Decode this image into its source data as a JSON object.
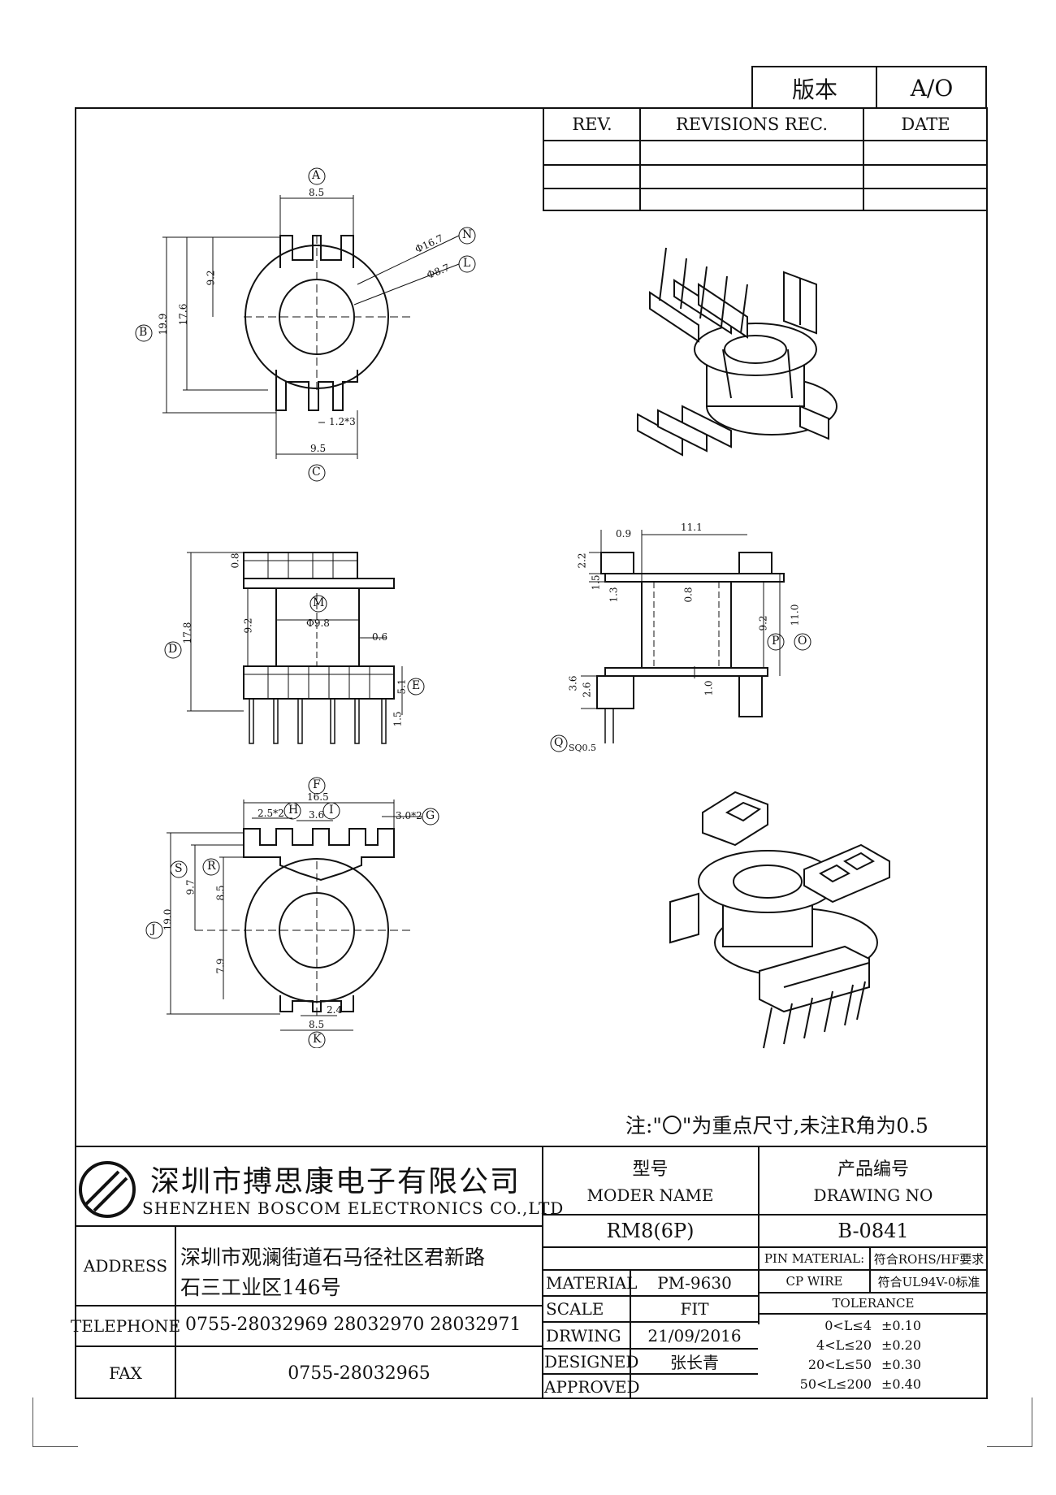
{
  "version_box": {
    "label": "版本",
    "value": "A/O"
  },
  "revisions": {
    "headers": [
      "REV.",
      "REVISIONS REC.",
      "DATE"
    ]
  },
  "dims_top": {
    "A": "A",
    "B": "B",
    "C": "C",
    "N": "N",
    "L": "L",
    "d85": "8.5",
    "d92": "9.2",
    "d176": "17.6",
    "d199": "19.9",
    "phi167": "Φ16.7",
    "phi87": "Φ8.7",
    "d12x3": "1.2*3",
    "d95": "9.5"
  },
  "dims_front": {
    "D": "D",
    "E": "E",
    "M": "M",
    "d08": "0.8",
    "d178": "17.8",
    "d92": "9.2",
    "phi98": "Φ9.8",
    "d06": "0.6",
    "d51": "5.1",
    "d15": "1.5"
  },
  "dims_side": {
    "O": "O",
    "P": "P",
    "Q": "Q",
    "d09": "0.9",
    "d111": "11.1",
    "d22": "2.2",
    "d15": "1.5",
    "d13": "1.3",
    "d08": "0.8",
    "d92": "9.2",
    "d110": "11.0",
    "d36": "3.6",
    "d26": "2.6",
    "d10": "1.0",
    "sq05": "SQ0.5"
  },
  "dims_bottom": {
    "F": "F",
    "G": "G",
    "H": "H",
    "I": "I",
    "J": "J",
    "K": "K",
    "R": "R",
    "S": "S",
    "d165": "16.5",
    "d25x2": "2.5*2",
    "d36": "3.6",
    "d30x2": "3.0*2",
    "d97": "9.7",
    "d85": "8.5",
    "d190": "19.0",
    "d79": "7.9",
    "d24": "2.4",
    "d85b": "8.5"
  },
  "note": "注:\"〇\"为重点尺寸,未注R角为0.5",
  "company": {
    "name_cn": "深圳市搏思康电子有限公司",
    "name_en": "SHENZHEN BOSCOM ELECTRONICS CO.,LTD",
    "address_label": "ADDRESS",
    "address_line1": "深圳市观澜街道石马径社区君新路",
    "address_line2": "石三工业区146号",
    "telephone_label": "TELEPHONE",
    "telephone": "0755-28032969 28032970 28032971",
    "fax_label": "FAX",
    "fax": "0755-28032965"
  },
  "title_block": {
    "model_label_cn": "型号",
    "model_label_en": "MODER NAME",
    "model_value": "RM8(6P)",
    "drawing_no_label_cn": "产品编号",
    "drawing_no_label_en": "DRAWING NO",
    "drawing_no_value": "B-0841",
    "material_label": "MATERIAL",
    "material_value": "PM-9630",
    "scale_label": "SCALE",
    "scale_value": "FIT",
    "drwing_label": "DRWING",
    "drwing_value": "21/09/2016",
    "designed_label": "DESIGNED",
    "designed_value": "张长青",
    "approved_label": "APPROVED",
    "approved_value": "",
    "pin_material_label": "PIN MATERIAL:",
    "pin_material_value": "符合ROHS/HF要求",
    "cp_wire_label": "CP WIRE",
    "cp_wire_value": "符合UL94V-0标准",
    "tolerance_label": "TOLERANCE",
    "tolerances": [
      {
        "range": "0<L≤4",
        "value": "±0.10"
      },
      {
        "range": "4<L≤20",
        "value": "±0.20"
      },
      {
        "range": "20<L≤50",
        "value": "±0.30"
      },
      {
        "range": "50<L≤200",
        "value": "±0.40"
      }
    ]
  }
}
